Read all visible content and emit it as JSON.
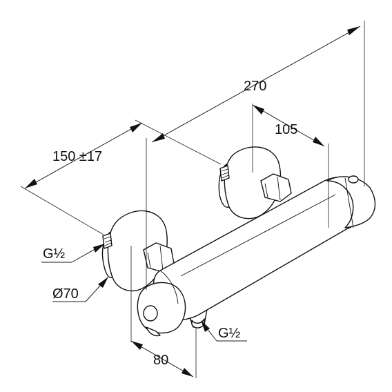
{
  "dimensions": {
    "overall_width": "270",
    "outlet_offset": "105",
    "inlet_spacing": "150 ±17",
    "projection": "80",
    "inlet_thread": "G½",
    "outlet_thread": "G½",
    "rosette_diameter": "Ø70"
  }
}
